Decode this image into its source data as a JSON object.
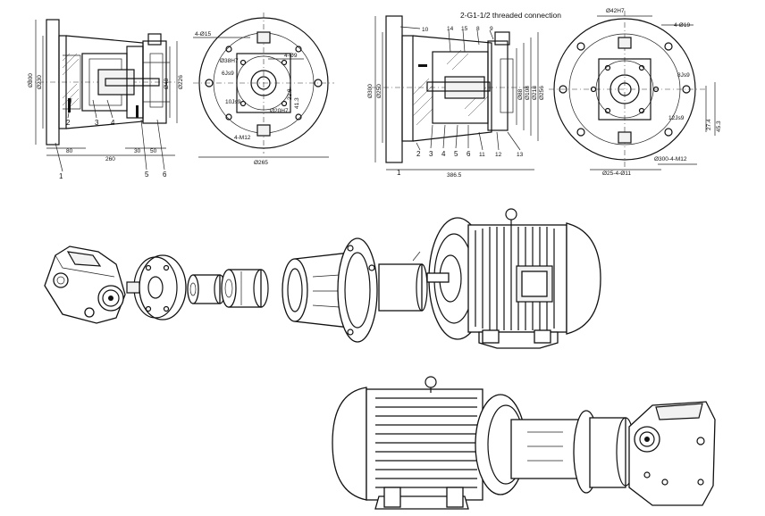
{
  "drawing1": {
    "dims": {
      "d300": "Ø300",
      "d230": "Ø230",
      "d48": "Ø48",
      "d226": "Ø226",
      "len80": "80",
      "len260": "260",
      "len30": "30",
      "len50": "50"
    },
    "balloons": [
      "1",
      "2",
      "3",
      "4",
      "5",
      "6"
    ]
  },
  "flange1": {
    "dims": {
      "holes": "4-Ø15",
      "bore": "Ø38H7",
      "kw": "6Js9",
      "tap": "4-Ø9",
      "kw2": "10Js9",
      "bore2": "Ø20H7",
      "d1": "22.8",
      "d2": "41.3",
      "tap2": "4-M12",
      "od": "Ø265"
    }
  },
  "drawing2": {
    "title": "2-G1-1/2 threaded connection",
    "dims": {
      "d300": "Ø300",
      "d250": "Ø250",
      "len": "386.5",
      "n10": "10",
      "n14": "14",
      "n15": "15",
      "n8": "8",
      "n9": "9",
      "d88": "Ø88",
      "d108": "Ø108",
      "d218": "Ø218",
      "d256": "Ø256"
    },
    "balloons": [
      "1",
      "2",
      "3",
      "4",
      "5",
      "6",
      "11",
      "12",
      "13"
    ]
  },
  "flange2": {
    "dims": {
      "top": "Ø42H7",
      "holes": "4-Ø19",
      "kw": "8Js9",
      "kw2": "12Js9",
      "d1": "27.4",
      "d2": "45.3",
      "tap": "Ø300-4-M12",
      "pcd": "Ø25-4-Ø11"
    }
  }
}
